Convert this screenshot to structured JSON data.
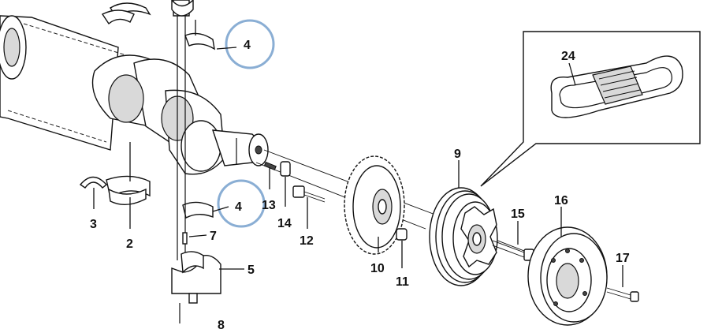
{
  "diagram": {
    "callouts": [
      {
        "id": "c4a",
        "label": "4"
      },
      {
        "id": "c4b",
        "label": "4"
      },
      {
        "id": "c24",
        "label": "24"
      },
      {
        "id": "c9",
        "label": "9"
      },
      {
        "id": "c16",
        "label": "16"
      },
      {
        "id": "c15",
        "label": "15"
      },
      {
        "id": "c17",
        "label": "17"
      },
      {
        "id": "c13",
        "label": "13"
      },
      {
        "id": "c14",
        "label": "14"
      },
      {
        "id": "c12",
        "label": "12"
      },
      {
        "id": "c10",
        "label": "10"
      },
      {
        "id": "c11",
        "label": "11"
      },
      {
        "id": "c7",
        "label": "7"
      },
      {
        "id": "c5",
        "label": "5"
      },
      {
        "id": "c3",
        "label": "3"
      },
      {
        "id": "c2",
        "label": "2"
      },
      {
        "id": "c8",
        "label": "8"
      }
    ],
    "highlight_color": "#8aaed4",
    "line_color": "#111111"
  }
}
